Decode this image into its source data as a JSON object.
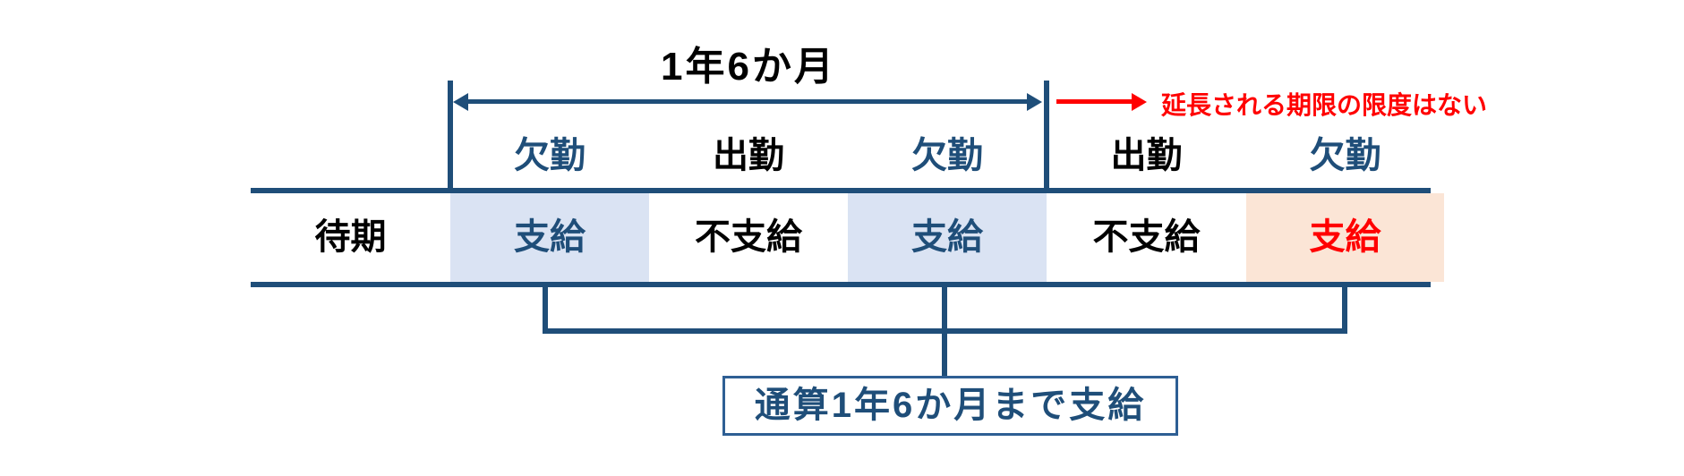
{
  "palette": {
    "navy": "#1f4e79",
    "light_blue_fill": "#dae3f3",
    "peach_fill": "#fbe5d6",
    "red": "#ff0000",
    "black": "#000000",
    "background": "#ffffff"
  },
  "icons": {
    "arrowhead_left": "css-triangle-left",
    "arrowhead_right": "css-triangle-right"
  },
  "duration": {
    "label": "1年6か月"
  },
  "extension": {
    "label": "延長される期限の限度はない"
  },
  "attendance_row": [
    {
      "label": "欠勤",
      "color": "navy"
    },
    {
      "label": "出勤",
      "color": "black"
    },
    {
      "label": "欠勤",
      "color": "navy"
    },
    {
      "label": "出勤",
      "color": "black"
    },
    {
      "label": "欠勤",
      "color": "navy"
    }
  ],
  "payment_row": [
    {
      "label": "待期",
      "style": "plain"
    },
    {
      "label": "支給",
      "style": "paid"
    },
    {
      "label": "不支給",
      "style": "plain"
    },
    {
      "label": "支給",
      "style": "paid"
    },
    {
      "label": "不支給",
      "style": "plain"
    },
    {
      "label": "支給",
      "style": "paid-extended"
    }
  ],
  "summary": {
    "label": "通算1年6か月まで支給"
  }
}
